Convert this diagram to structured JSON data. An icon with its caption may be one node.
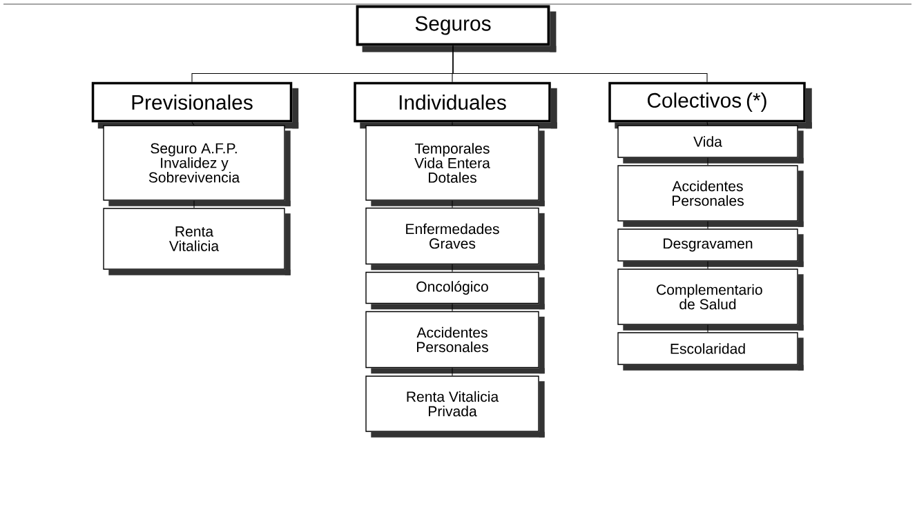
{
  "diagram": {
    "nodes": [
      {
        "text": [
          "Seguros"
        ]
      },
      {
        "text": [
          "Previsionales"
        ]
      },
      {
        "text": [
          "Individuales"
        ]
      },
      {
        "text": [
          "Colectivos (*)"
        ]
      },
      {
        "text": [
          "Seguro A.F.P. Invalidez y Sobrevivencia"
        ]
      },
      {
        "text": [
          "Renta Vitalicia"
        ]
      },
      {
        "text": [
          "Temporales Vida Entera Dotales"
        ]
      },
      {
        "text": [
          "Enfermedades Graves"
        ]
      },
      {
        "text": [
          "Oncológico"
        ]
      },
      {
        "text": [
          "Accidentes Personales"
        ]
      },
      {
        "text": [
          "Renta Vitalicia Privada"
        ]
      },
      {
        "text": [
          "Vida"
        ]
      },
      {
        "text": [
          "Accidentes Personales"
        ]
      },
      {
        "text": [
          "Desgravamen"
        ]
      },
      {
        "text": [
          "Complementario de Salud"
        ]
      },
      {
        "text": [
          "Escolaridad"
        ]
      }
    ],
    "edges": [
      {
        "from": 0,
        "to": 1,
        "arrow": "none"
      },
      {
        "from": 0,
        "to": 2,
        "arrow": "none"
      },
      {
        "from": 0,
        "to": 3,
        "arrow": "none"
      },
      {
        "from": 1,
        "to": 4,
        "arrow": "none"
      },
      {
        "from": 4,
        "to": 5,
        "arrow": "none"
      },
      {
        "from": 2,
        "to": 6,
        "arrow": "none"
      },
      {
        "from": 6,
        "to": 7,
        "arrow": "none"
      },
      {
        "from": 7,
        "to": 8,
        "arrow": "none"
      },
      {
        "from": 8,
        "to": 9,
        "arrow": "none"
      },
      {
        "from": 9,
        "to": 10,
        "arrow": "none"
      },
      {
        "from": 3,
        "to": 11,
        "arrow": "none"
      },
      {
        "from": 11,
        "to": 12,
        "arrow": "none"
      },
      {
        "from": 12,
        "to": 13,
        "arrow": "none"
      },
      {
        "from": 13,
        "to": 14,
        "arrow": "none"
      },
      {
        "from": 14,
        "to": 15,
        "arrow": "none"
      }
    ]
  }
}
